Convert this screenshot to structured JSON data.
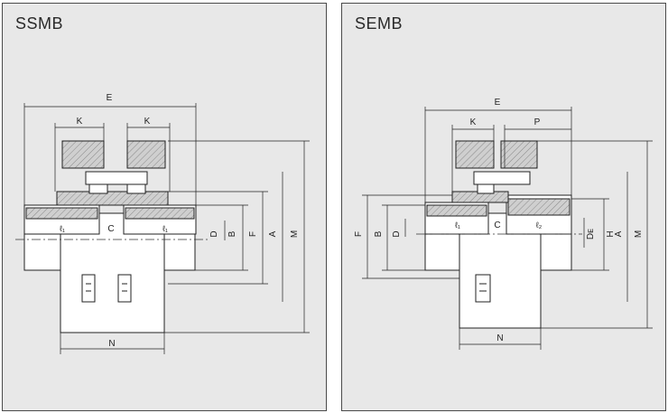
{
  "panels": [
    {
      "title": "SSMB",
      "labels": {
        "E": "E",
        "K_left": "K",
        "K_right": "K",
        "C": "C",
        "l1_left": "ℓ₁",
        "l1_right": "ℓ₁",
        "N": "N",
        "D": "D",
        "B": "B",
        "F": "F",
        "A": "A",
        "M": "M"
      }
    },
    {
      "title": "SEMB",
      "labels": {
        "E": "E",
        "K": "K",
        "P": "P",
        "C": "C",
        "l1": "ℓ₁",
        "l2": "ℓ₂",
        "N": "N",
        "F": "F",
        "B": "B",
        "D": "D",
        "DE": "Dᴇ",
        "H": "H",
        "A": "A",
        "M": "M"
      }
    }
  ]
}
